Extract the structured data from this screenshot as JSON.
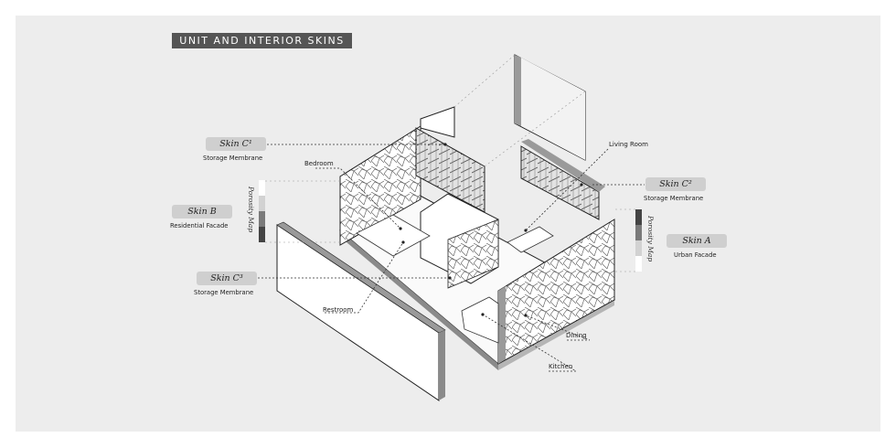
{
  "title": "UNIT AND INTERIOR SKINS",
  "skins": [
    {
      "name": "Skin C¹",
      "sub": "Storage Membrane"
    },
    {
      "name": "Skin B",
      "sub": "Residential Facade"
    },
    {
      "name": "Skin C³",
      "sub": "Storage Membrane"
    },
    {
      "name": "Skin C²",
      "sub": "Storage Membrane"
    },
    {
      "name": "Skin A",
      "sub": "Urban Facade"
    }
  ],
  "rooms": {
    "bedroom": "Bedroom",
    "restroom": "Restroom",
    "living_room": "Living Room",
    "dining": "Dining",
    "kitchen": "Kitchen"
  },
  "porosity_map_label": "Porosity Map",
  "colors": {
    "panel": "#ededed",
    "title_bg": "#555555",
    "tag_bg": "#cfcfcf"
  }
}
